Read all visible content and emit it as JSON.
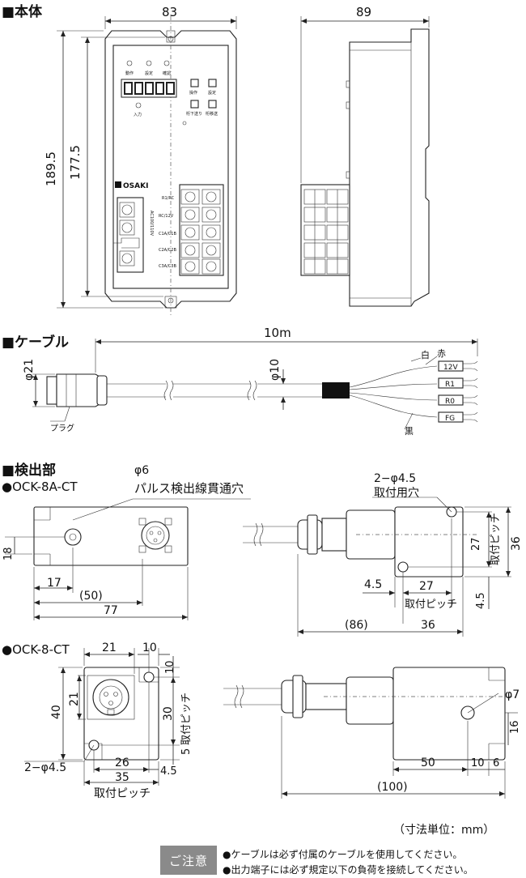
{
  "sections": {
    "body": "■本体",
    "cable": "■ケーブル",
    "detector": "■検出部"
  },
  "models": {
    "a": "●OCK-8A-CT",
    "b": "●OCK-8-CT"
  },
  "body_dims": {
    "width": "83",
    "depth": "89",
    "height_total": "189.5",
    "height_pitch": "177.5"
  },
  "device_labels": {
    "led_1": "動作",
    "led_2": "設定",
    "led_3": "確認",
    "led_4": "入力",
    "btn_1": "操作",
    "btn_2": "設定",
    "btn_3": "桁下送り",
    "btn_4": "桁移送",
    "brand": "OSAKI",
    "term_1": "R1/RC",
    "term_2": "RC/12V",
    "term_3": "C1A/C1B",
    "term_4": "C2A/C2B",
    "term_5": "C3A/C3B",
    "power": "AC100/110V"
  },
  "cable": {
    "length": "10m",
    "plug_dia": "φ21",
    "cable_dia": "φ10",
    "plug_label": "プラグ",
    "white": "白",
    "red": "赤",
    "black": "黒",
    "wires": [
      "12V",
      "R1",
      "R0",
      "FG"
    ]
  },
  "ock8act": {
    "hole_dia": "φ6",
    "hole_label": "パルス検出線貫通穴",
    "mount_hole": "2−φ4.5",
    "mount_label": "取付用穴",
    "d18": "18",
    "d17": "17",
    "d50": "(50)",
    "d77": "77",
    "d45": "4.5",
    "d27a": "27",
    "pitch_a": "取付ピッチ",
    "d27b": "27",
    "d36a": "36",
    "pitch_b": "取付ピッチ",
    "d45b": "4.5",
    "d86": "(86)",
    "d36b": "36"
  },
  "ock8ct": {
    "d21": "21",
    "d10": "10",
    "d10v": "10",
    "d40": "40",
    "d21v": "21",
    "d30": "30",
    "pitch_v": "取付ピッチ",
    "d5": "5",
    "mount_hole": "2−φ4.5",
    "d26": "26",
    "d45": "4.5",
    "d35": "35",
    "pitch_h": "取付ピッチ",
    "d7": "φ7",
    "d16": "16",
    "d50": "50",
    "d10b": "10",
    "d6": "6",
    "d100": "(100)"
  },
  "unit_note": "（寸法単位：mm）",
  "caution": {
    "label": "ご注意",
    "notes": [
      "●ケーブルは必ず付属のケーブルを使用してください。",
      "●出力端子には必ず規定以下の負荷を接続してください。"
    ]
  }
}
